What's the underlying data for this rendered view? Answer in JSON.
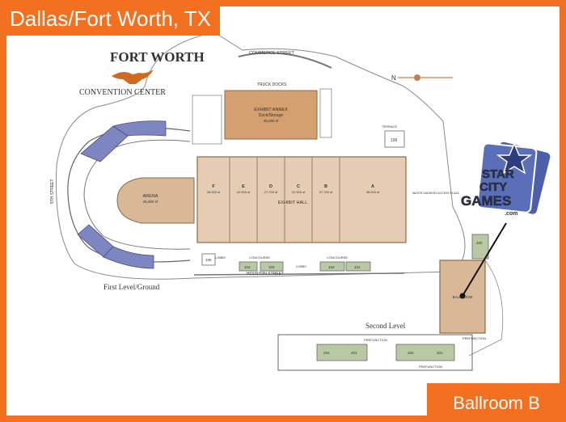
{
  "header": {
    "title": "Dallas/Fort Worth, TX"
  },
  "footer": {
    "ballroom_label": "Ballroom B"
  },
  "colors": {
    "frame": "#f2701f",
    "hall": "#d9b898",
    "annex": "#d4a070",
    "meeting_blue": "#7d86c0",
    "second_level_green": "#b9c9a6",
    "line": "#555555"
  },
  "logo": {
    "brand_line1": "FORT WORTH",
    "brand_line2": "CONVENTION CENTER"
  },
  "sponsor": {
    "line1": "STAR",
    "line2": "CITY",
    "line3": "GAMES",
    "line4": ".com"
  },
  "compass": {
    "north": "N"
  },
  "streets": {
    "commerce": "COMMERCE STREET",
    "houston": "HOUSTON STREET",
    "ninth": "9TH STREET"
  },
  "areas": {
    "truck_docks": "TRUCK DOCKS",
    "annex_title": "EXHIBIT ANNEX",
    "annex_sub": "Dock/Storage",
    "annex_size": "45,000 sf",
    "arena": "ARENA",
    "arena_size": "25,900 sf",
    "exhibit_hall": "EXHIBIT HALL",
    "concourse": "CONCOURSE",
    "prefunction": "PREFUNCTION",
    "lobby": "LOBBY",
    "terrace": "TERRACE",
    "water_gardens": "WATER GARDENS ACCESS PLAZA",
    "ballroom": "BALLROOM"
  },
  "halls": [
    {
      "letter": "F",
      "size": "28,000 sf"
    },
    {
      "letter": "E",
      "size": "22,900 sf"
    },
    {
      "letter": "D",
      "size": "27,700 sf"
    },
    {
      "letter": "C",
      "size": "22,900 sf"
    },
    {
      "letter": "B",
      "size": "27,700 sf"
    },
    {
      "letter": "A",
      "size": "36,000 sf"
    }
  ],
  "rooms": {
    "r100": "100",
    "r101": "101",
    "r102": "102",
    "r103": "103",
    "r104": "104",
    "r105": "105",
    "r200": "200",
    "r201": "201",
    "r202": "202",
    "r203": "203",
    "r204": "204"
  },
  "levels": {
    "first": "First Level/Ground",
    "second": "Second Level"
  }
}
